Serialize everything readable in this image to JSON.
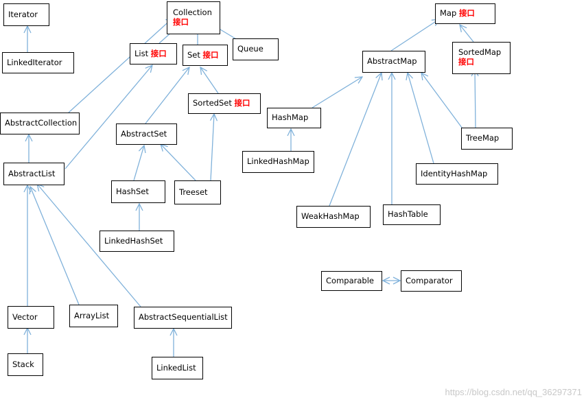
{
  "interface_tag": "接口",
  "nodes": {
    "iterator": "Iterator",
    "linked_iterator": "LinkedIterator",
    "collection": "Collection",
    "list": "List",
    "set": "Set",
    "queue": "Queue",
    "sorted_set": "SortedSet",
    "abstract_collection": "AbstractCollection",
    "abstract_set": "AbstractSet",
    "abstract_list": "AbstractList",
    "hash_set": "HashSet",
    "tree_set": "Treeset",
    "linked_hash_set": "LinkedHashSet",
    "vector": "Vector",
    "array_list": "ArrayList",
    "abstract_sequential_list": "AbstractSequentialList",
    "stack": "Stack",
    "linked_list": "LinkedList",
    "map": "Map",
    "sorted_map": "SortedMap",
    "abstract_map": "AbstractMap",
    "hash_map": "HashMap",
    "linked_hash_map": "LinkedHashMap",
    "tree_map": "TreeMap",
    "identity_hash_map": "IdentityHashMap",
    "weak_hash_map": "WeakHashMap",
    "hash_table": "HashTable",
    "comparable": "Comparable",
    "comparator": "Comparator"
  },
  "watermark": "https://blog.csdn.net/qq_36297371",
  "colors": {
    "arrow": "#7fb1da",
    "tag": "#ff0000",
    "border": "#000000"
  }
}
